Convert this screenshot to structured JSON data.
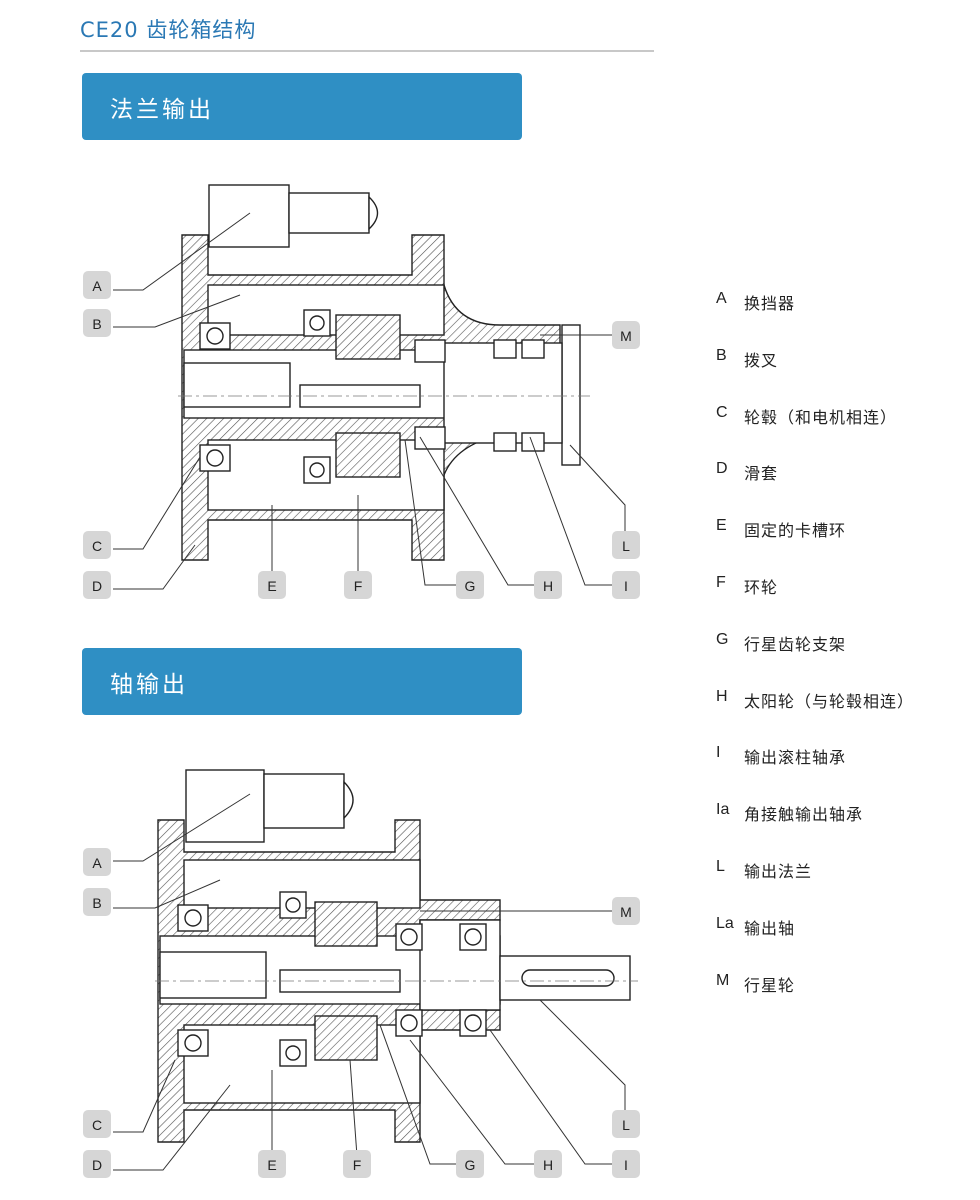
{
  "page": {
    "title": "CE20 齿轮箱结构"
  },
  "sections": [
    {
      "banner": "法兰输出"
    },
    {
      "banner": "轴输出"
    }
  ],
  "callouts": [
    "A",
    "B",
    "C",
    "D",
    "E",
    "F",
    "G",
    "H",
    "I",
    "L",
    "M"
  ],
  "legend": [
    {
      "key": "A",
      "text": "换挡器"
    },
    {
      "key": "B",
      "text": "拨叉"
    },
    {
      "key": "C",
      "text": "轮毂（和电机相连）"
    },
    {
      "key": "D",
      "text": "滑套"
    },
    {
      "key": "E",
      "text": "固定的卡槽环"
    },
    {
      "key": "F",
      "text": "环轮"
    },
    {
      "key": "G",
      "text": "行星齿轮支架"
    },
    {
      "key": "H",
      "text": "太阳轮（与轮毂相连）"
    },
    {
      "key": "I",
      "text": "输出滚柱轴承"
    },
    {
      "key": "Ia",
      "text": "角接触输出轴承"
    },
    {
      "key": "L",
      "text": "输出法兰"
    },
    {
      "key": "La",
      "text": "输出轴"
    },
    {
      "key": "M",
      "text": "行星轮"
    }
  ],
  "colors": {
    "title": "#2a78b4",
    "banner": "#2f8fc4",
    "callout_box": "#d6d6d6",
    "line": "#333333"
  }
}
